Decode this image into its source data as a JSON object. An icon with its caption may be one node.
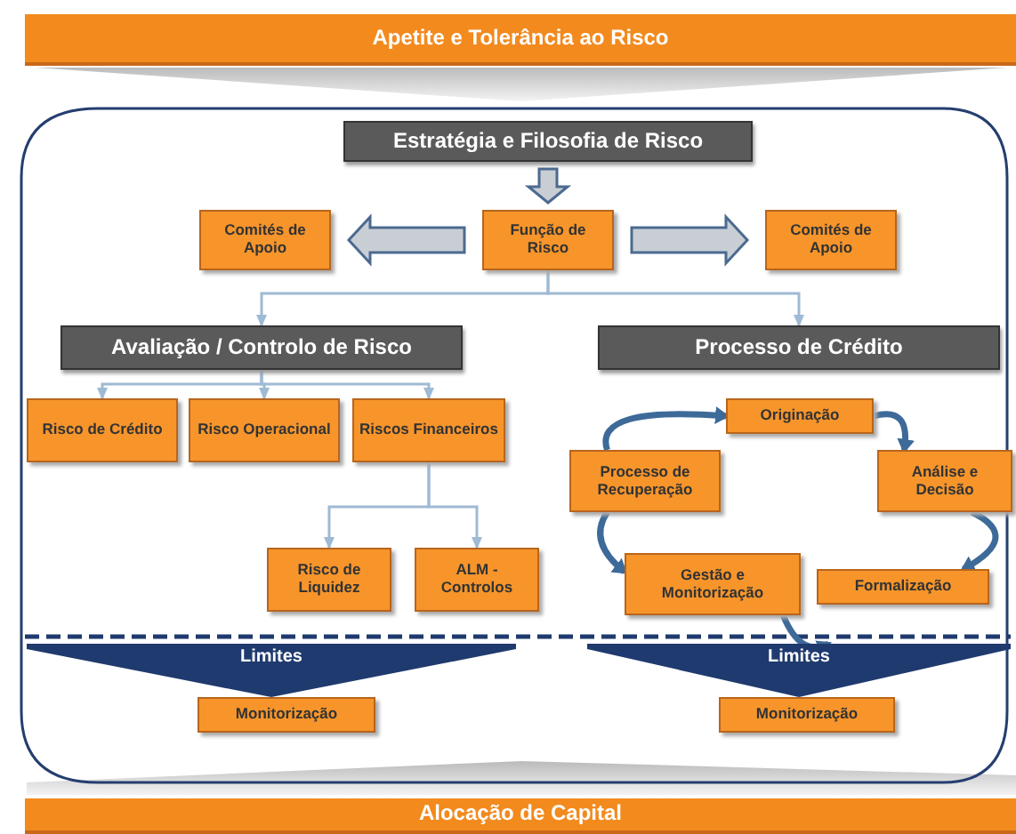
{
  "diagram": {
    "nodes": [
      {
        "text": [
          "Apetite e Tolerância ao Risco"
        ]
      },
      {
        "text": [
          "Estratégia e Filosofia de Risco"
        ]
      },
      {
        "text": [
          "Comités de Apoio"
        ]
      },
      {
        "text": [
          "Função de Risco"
        ]
      },
      {
        "text": [
          "Comités de Apoio"
        ]
      },
      {
        "text": [
          "Avaliação / Controlo de Risco"
        ]
      },
      {
        "text": [
          "Processo de Crédito"
        ]
      },
      {
        "text": [
          "Risco de Crédito"
        ]
      },
      {
        "text": [
          "Risco Operacional"
        ]
      },
      {
        "text": [
          "Riscos Financeiros"
        ]
      },
      {
        "text": [
          "Risco de Liquidez"
        ]
      },
      {
        "text": [
          "ALM - Controlos"
        ]
      },
      {
        "text": [
          "Originação"
        ]
      },
      {
        "text": [
          "Processo de Recuperação"
        ]
      },
      {
        "text": [
          "Análise e Decisão"
        ]
      },
      {
        "text": [
          "Gestão e Monitorização"
        ]
      },
      {
        "text": [
          "Formalização"
        ]
      },
      {
        "text": [
          "Limites"
        ]
      },
      {
        "text": [
          "Monitorização"
        ]
      },
      {
        "text": [
          "Limites"
        ]
      },
      {
        "text": [
          "Monitorização"
        ]
      },
      {
        "text": [
          "Alocação de Capital"
        ]
      }
    ],
    "edges": [
      {
        "from": 1,
        "to": 3,
        "arrow": "to",
        "style": "thick"
      },
      {
        "from": 3,
        "to": 2,
        "arrow": "to",
        "style": "thick"
      },
      {
        "from": 3,
        "to": 4,
        "arrow": "to",
        "style": "thick"
      },
      {
        "from": 3,
        "to": 5,
        "arrow": "to"
      },
      {
        "from": 3,
        "to": 6,
        "arrow": "to"
      },
      {
        "from": 5,
        "to": 7,
        "arrow": "to"
      },
      {
        "from": 5,
        "to": 8,
        "arrow": "to"
      },
      {
        "from": 5,
        "to": 9,
        "arrow": "to"
      },
      {
        "from": 9,
        "to": 10,
        "arrow": "to"
      },
      {
        "from": 9,
        "to": 11,
        "arrow": "to"
      },
      {
        "from": 13,
        "to": 12,
        "arrow": "to",
        "style": "thick",
        "color": "#3d6a99"
      },
      {
        "from": 12,
        "to": 14,
        "arrow": "to",
        "style": "thick",
        "color": "#3d6a99"
      },
      {
        "from": 14,
        "to": 16,
        "arrow": "to",
        "style": "thick",
        "color": "#3d6a99"
      },
      {
        "from": 13,
        "to": 15,
        "arrow": "to",
        "style": "thick",
        "color": "#3d6a99"
      },
      {
        "from": 15,
        "to": 19,
        "arrow": "to",
        "style": "thick",
        "color": "#3d6a99"
      }
    ]
  }
}
